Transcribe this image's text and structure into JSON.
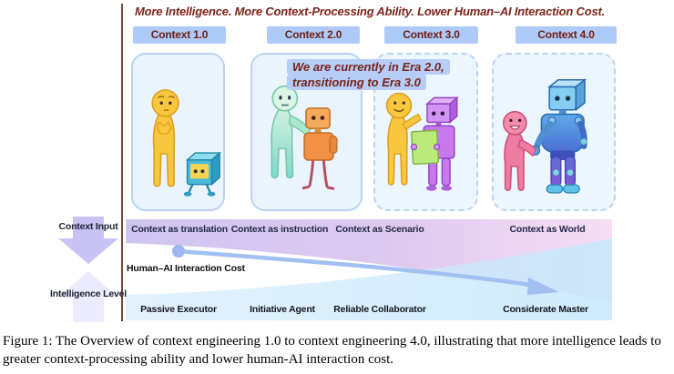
{
  "figure": {
    "headline": "More Intelligence. More Context-Processing Ability. Lower Human–AI Interaction Cost.",
    "era_note": {
      "line1": "We are currently  in Era 2.0,",
      "line2": "transitioning to Era 3.0"
    },
    "columns": [
      {
        "era": "Context 1.0",
        "context_role": "Context as translation",
        "ai_role": "Passive Executor",
        "illustration": "confused-human-thinking-beside-small-cube-robot"
      },
      {
        "era": "Context 2.0",
        "context_role": "Context as instruction",
        "ai_role": "Initiative Agent",
        "illustration": "green-human-guiding-orange-robot"
      },
      {
        "era": "Context 3.0",
        "context_role": "Context as Scenario",
        "ai_role": "Reliable Collaborator",
        "illustration": "smiling-human-talking-with-purple-robot-holding-board"
      },
      {
        "era": "Context 4.0",
        "context_role": "Context as World",
        "ai_role": "Considerate Master",
        "illustration": "pink-human-shaking-hands-with-large-blue-robot"
      }
    ],
    "left_axis": {
      "top": "Context Input",
      "bottom": "Intelligence Level"
    },
    "cost_curve_label": "Human–AI Interaction Cost",
    "colors": {
      "headline_text": "#7d241a",
      "chip_bg": "#aecaf9",
      "chip_text": "#6e2012",
      "panel_bg": "#eaf4fd",
      "panel_border": "#b9d4f2",
      "bubble_bg": "#b5cdf7",
      "context_band_left": "#cfc5f1",
      "context_band_right": "#f6def3",
      "intelligence_band": "#cde9fb",
      "cost_line": "#9fc0f0",
      "down_arrow": "#c9c2f4",
      "up_arrow": "#eceafd",
      "rule_line": "#74493c"
    }
  },
  "caption": "Figure 1: The Overview of context engineering 1.0 to context engineering 4.0, illustrating that more intelligence leads to greater context-processing ability and lower human-AI interaction cost."
}
